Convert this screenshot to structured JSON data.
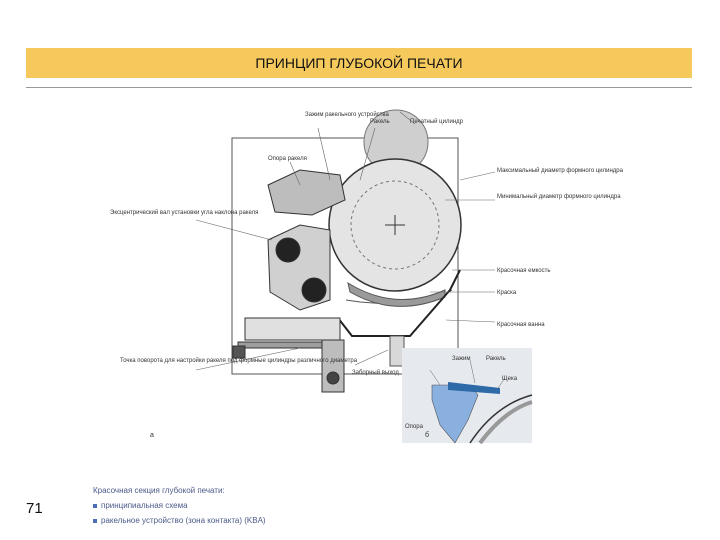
{
  "title": "ПРИНЦИП ГЛУБОКОЙ ПЕЧАТИ",
  "page_number": "71",
  "labels": {
    "doctor_blade_zone": "Зажим ракельного устройства",
    "doctor_blade": "Ракель",
    "impression_cylinder": "Печатный цилиндр",
    "blade_support": "Опора ракеля",
    "max_cylinder_diameter": "Максимальный диаметр формного цилиндра",
    "min_cylinder_diameter": "Минимальный диаметр формного цилиндра",
    "blade_adjust_eccentric": "Эксцентрический вал установки угла наклона ракеля",
    "ink_fountain": "Красочная емкость",
    "ink": "Краска",
    "ink_trough": "Красочная ванна",
    "adjust_point": "Точка поворота для настройки ракеля под формные цилиндры различного диаметра",
    "drain_valve": "Заборный выход",
    "fig_a": "a",
    "fig_b": "б",
    "inset_clamp": "Зажим",
    "inset_blade": "Ракель",
    "inset_gap": "Щека",
    "inset_support": "Опора"
  },
  "caption": {
    "title": "Красочная секция глубокой печати:",
    "item_a": "принципиальная схема",
    "item_b": "ракельное устройство (зона контакта) (KBA)"
  },
  "colors": {
    "title_bar": "#f6c95c",
    "inset_bg": "#e6e9ee",
    "ink_blue": "#8ab0e0",
    "blade_blue": "#2f6aa8"
  }
}
